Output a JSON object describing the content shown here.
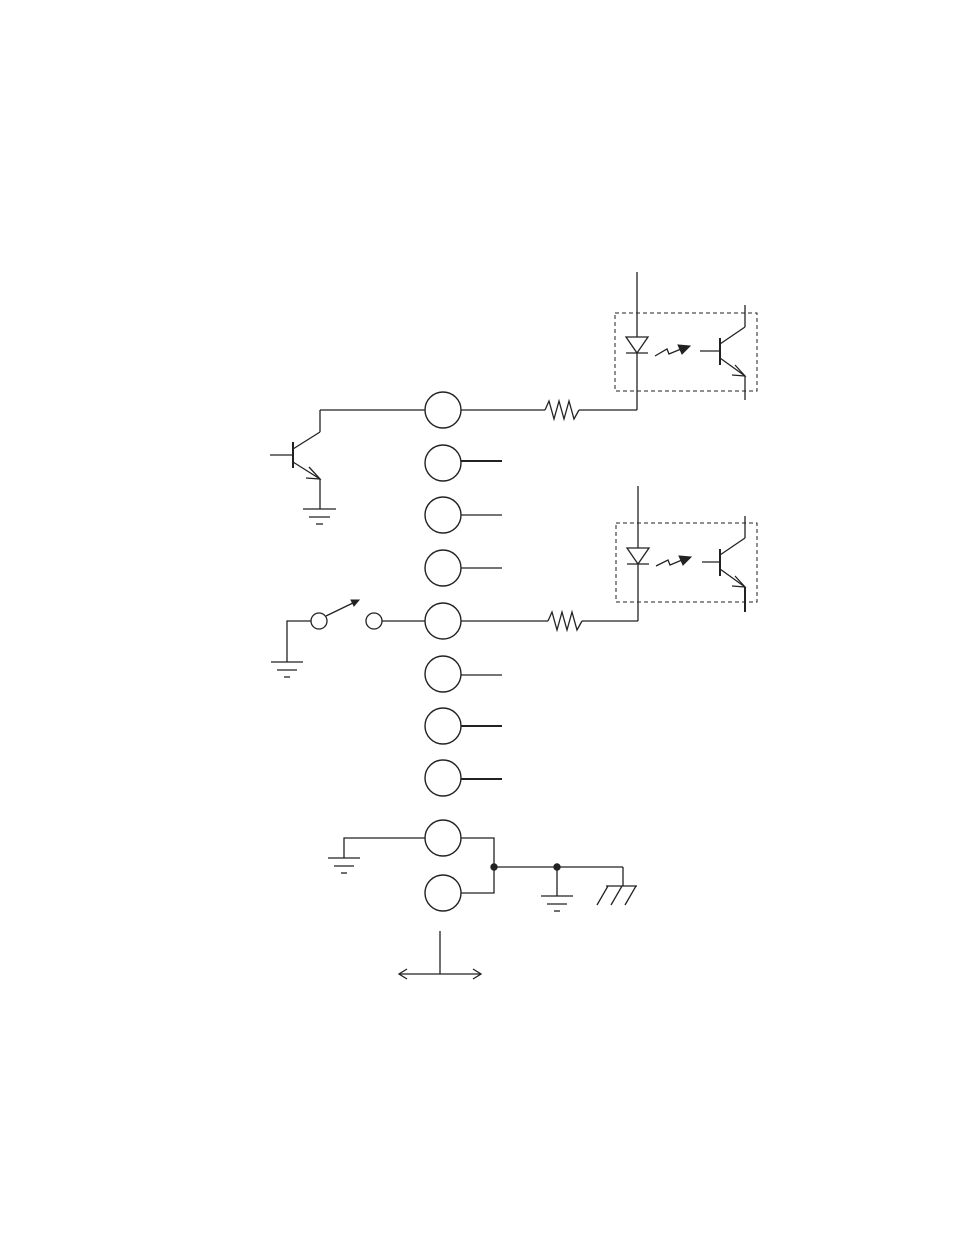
{
  "diagram": {
    "terminal_count": 10,
    "components": [
      "npn-transistor-driver",
      "switch",
      "resistor",
      "optocoupler",
      "ground",
      "chassis-ground"
    ]
  },
  "colors": {
    "line": "#222222",
    "background": "#ffffff"
  }
}
